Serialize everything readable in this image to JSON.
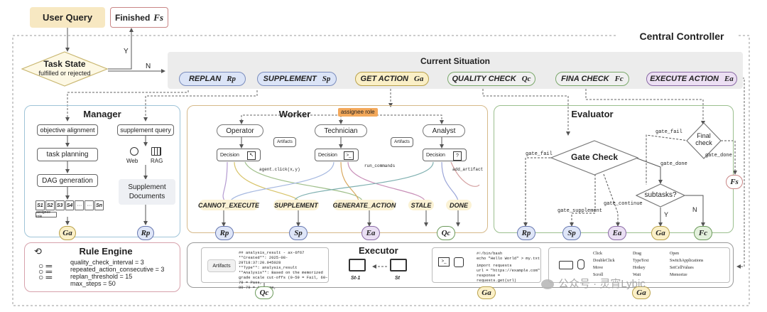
{
  "header": {
    "user_query": "User Query",
    "finished": "Finished",
    "finished_tag": "Fs",
    "central_controller": "Central Controller",
    "task_state": "Task State",
    "task_state_sub": "fulfilled or rejected",
    "yes": "Y",
    "no": "N"
  },
  "situation": {
    "title": "Current Situation",
    "items": [
      {
        "label": "REPLAN",
        "tag": "Rp"
      },
      {
        "label": "SUPPLEMENT",
        "tag": "Sp"
      },
      {
        "label": "GET ACTION",
        "tag": "Ga"
      },
      {
        "label": "QUALITY CHECK",
        "tag": "Qc"
      },
      {
        "label": "FINA CHECK",
        "tag": "Fc"
      },
      {
        "label": "EXECUTE ACTION",
        "tag": "Ea"
      }
    ]
  },
  "manager": {
    "title": "Manager",
    "objective": "objective alignment",
    "planning": "task planning",
    "dag": "DAG generation",
    "seq": [
      "S1",
      "S2",
      "S3",
      "S4",
      "···",
      "···",
      "Sn"
    ],
    "assignee": "assignee role",
    "supplement_query": "supplement query",
    "web": "Web",
    "rag": "RAG",
    "supp_docs_1": "Supplement",
    "supp_docs_2": "Documents",
    "out_ga": "Ga",
    "out_rp": "Rp"
  },
  "worker": {
    "title": "Worker",
    "assignee_role": "assignee role",
    "operator": "Operator",
    "technician": "Technician",
    "analyst": "Analyst",
    "decision": "Decision",
    "artifacts": "Artifacts",
    "agent_click": "agent.click(x,y)",
    "run_commands": "run_commands",
    "add_artifact": "add_artifact",
    "outcomes": [
      "CANNOT_EXECUTE",
      "SUPPLEMENT",
      "GENERATE_ACTION",
      "STALE",
      "DONE"
    ],
    "outs": [
      "Rp",
      "Sp",
      "Ea",
      "Qc"
    ]
  },
  "evaluator": {
    "title": "Evaluator",
    "gate_check": "Gate Check",
    "final_check_1": "Final",
    "final_check_2": "check",
    "gate_fail": "gate_fail",
    "gate_fail2": "gate_fail",
    "gate_done": "gate_done",
    "gate_done2": "gate_done",
    "gate_supplement": "gate_supplement",
    "gate_continue": "gate_continue",
    "subtasks": "subtasks?",
    "y": "Y",
    "n": "N",
    "fs": "Fs",
    "outs": [
      "Rp",
      "Sp",
      "Ea",
      "Ga",
      "Fc"
    ]
  },
  "rule_engine": {
    "title": "Rule Engine",
    "lines": [
      "quality_check_interval = 3",
      "repeated_action_consecutive = 3",
      "replan_threshold = 15",
      "max_steps = 50"
    ]
  },
  "executor": {
    "title": "Executor",
    "artifacts": "Artifacts",
    "code_lines": [
      "## analysis_result - ax-6f67",
      "**Created**: 2025-08-29T18:37:20.945028",
      "**Type**: analysis_result",
      "**Analysis**: Based on the memorized",
      "grade scale cut-offs (0–59 = Fail, 60–79 = Pass,",
      "80–79 = Average,"
    ],
    "s_prev": "St-1",
    "s_cur": "St",
    "qc": "Qc",
    "shell_lines": [
      "#!/bin/bash",
      "echo \"Hello World\" > my.txt",
      "",
      "import requests",
      "url = \"https://example.com\"",
      "response = requests.get(url)"
    ],
    "ga1": "Ga",
    "actions": [
      "Click",
      "Drag",
      "Open",
      "DoubleClick",
      "TypeText",
      "SwitchApplications",
      "Move",
      "Hotkey",
      "SetCellValues",
      "Scroll",
      "Wait",
      "Memorize"
    ],
    "ga2": "Ga"
  },
  "watermark": "公众号 · 灵宵Lybic"
}
